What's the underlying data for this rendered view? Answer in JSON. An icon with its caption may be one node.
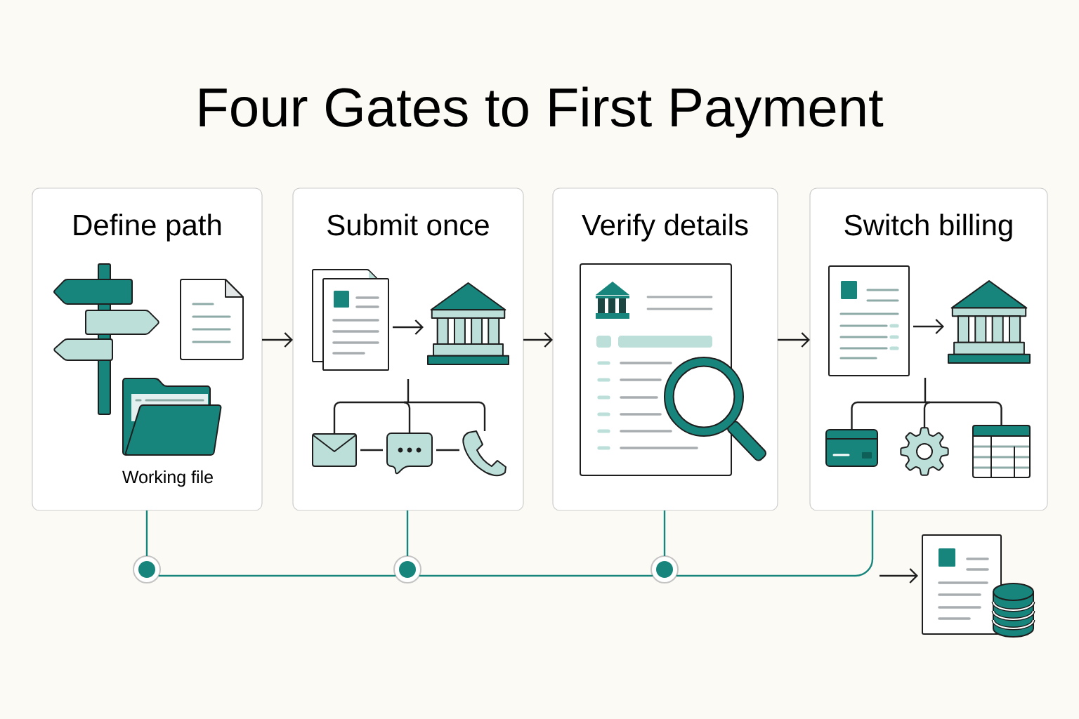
{
  "diagram": {
    "title": "Four Gates to First Payment",
    "nodes": [
      {
        "text": [
          "Define path"
        ]
      },
      {
        "text": [
          "Submit once"
        ]
      },
      {
        "text": [
          "Verify details"
        ]
      },
      {
        "text": [
          "Switch billing"
        ]
      },
      {
        "text": [],
        "shape": "picture",
        "in": 1
      },
      {
        "text": [],
        "shape": "picture",
        "in": 1
      },
      {
        "text": [],
        "shape": "picture",
        "in": 1
      },
      {
        "text": [],
        "shape": "picture",
        "in": 1
      },
      {
        "text": [],
        "shape": "picture",
        "in": 1
      },
      {
        "text": [],
        "shape": "picture",
        "in": 3
      },
      {
        "text": [],
        "shape": "picture",
        "in": 3
      },
      {
        "text": [],
        "shape": "picture",
        "in": 3
      },
      {
        "text": [],
        "shape": "picture",
        "in": 3
      },
      {
        "text": [],
        "shape": "picture",
        "in": 3
      },
      {
        "text": [],
        "shape": "circle"
      },
      {
        "text": [],
        "shape": "circle"
      },
      {
        "text": [],
        "shape": "circle"
      },
      {
        "text": [],
        "shape": "picture"
      }
    ],
    "edges": [
      {
        "from": 0,
        "to": 1,
        "arrow": "to"
      },
      {
        "from": 1,
        "to": 2,
        "arrow": "to"
      },
      {
        "from": 2,
        "to": 3,
        "arrow": "to"
      },
      {
        "from": 4,
        "to": 5,
        "arrow": "to"
      },
      {
        "from": null,
        "to": 6,
        "arrow": "none"
      },
      {
        "from": null,
        "to": 7,
        "arrow": "none"
      },
      {
        "from": null,
        "to": 8,
        "arrow": "none"
      },
      {
        "from": 6,
        "to": 7,
        "arrow": "none"
      },
      {
        "from": 7,
        "to": 8,
        "arrow": "none"
      },
      {
        "from": 9,
        "to": 10,
        "arrow": "to"
      },
      {
        "from": null,
        "to": 11,
        "arrow": "none"
      },
      {
        "from": null,
        "to": 12,
        "arrow": "none"
      },
      {
        "from": null,
        "to": 13,
        "arrow": "none"
      },
      {
        "from": 0,
        "to": 14,
        "arrow": "none",
        "color": "#17857c"
      },
      {
        "from": 1,
        "to": 15,
        "arrow": "none",
        "color": "#17857c"
      },
      {
        "from": 2,
        "to": 16,
        "arrow": "none",
        "color": "#17857c"
      },
      {
        "from": 14,
        "to": 15,
        "arrow": "none",
        "color": "#17857c"
      },
      {
        "from": 15,
        "to": 16,
        "arrow": "none",
        "color": "#17857c"
      },
      {
        "from": 3,
        "to": 16,
        "arrow": "none",
        "color": "#17857c"
      },
      {
        "from": null,
        "to": 17,
        "arrow": "to"
      }
    ],
    "labels": [
      "Working file"
    ]
  }
}
